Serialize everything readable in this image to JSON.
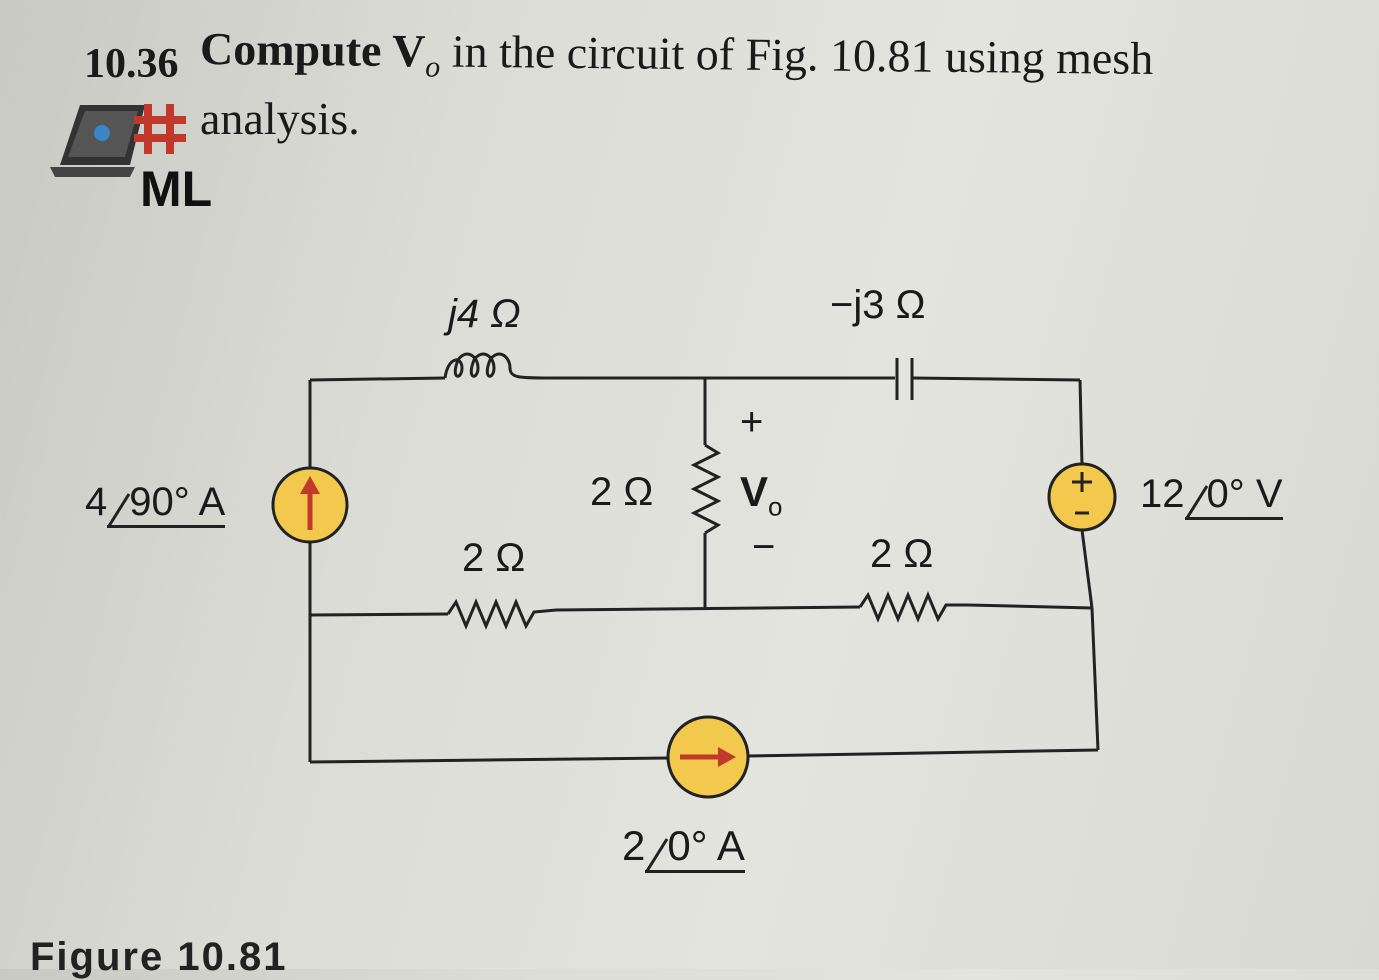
{
  "problem": {
    "number": "10.36",
    "text_line1": "Compute V",
    "text_sub": "o",
    "text_line1_rest": " in the circuit of Fig. 10.81 using mesh",
    "text_line2": "analysis.",
    "ml_label": "ML"
  },
  "circuit": {
    "inductor_label": "j4 Ω",
    "capacitor_label": "−j3 Ω",
    "left_source_label": "4",
    "left_source_angle": "90° A",
    "middle_resistor_label": "2 Ω",
    "vo_plus": "+",
    "vo_label": "V",
    "vo_sub": "o",
    "vo_minus": "−",
    "left_resistor_label": "2 Ω",
    "right_resistor_label": "2 Ω",
    "right_source_label": "12",
    "right_source_angle": "0° V",
    "bottom_source_label": "2",
    "bottom_source_angle": "0° A",
    "colors": {
      "source_fill": "#f2c94c",
      "arrow": "#c0392b",
      "wire": "#222222"
    }
  },
  "figure_caption": "Figure 10.81"
}
